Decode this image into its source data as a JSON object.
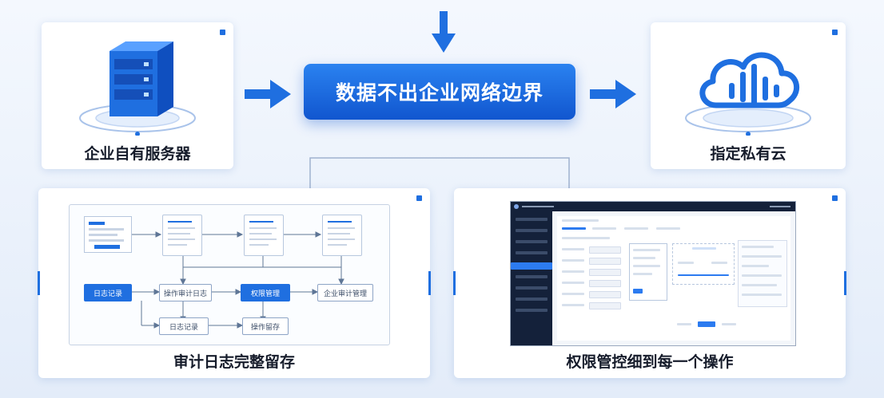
{
  "diagram": {
    "center_label": "数据不出企业网络边界",
    "server_card": {
      "label": "企业自有服务器",
      "icon": "server-rack-icon"
    },
    "cloud_card": {
      "label": "指定私有云",
      "icon": "cloud-signal-icon"
    },
    "audit_card": {
      "label": "审计日志完整留存",
      "flow_nodes": [
        "日志记录",
        "操作审计日志",
        "权限管理",
        "企业审计管理",
        "日志记录",
        "操作留存"
      ]
    },
    "permission_card": {
      "label": "权限管控细到每一个操作",
      "screen_icon": "admin-console-icon"
    }
  },
  "colors": {
    "accent": "#1f6fe0",
    "accent_dark": "#1156cf",
    "text": "#161c2b",
    "background": "#eef4fc"
  }
}
